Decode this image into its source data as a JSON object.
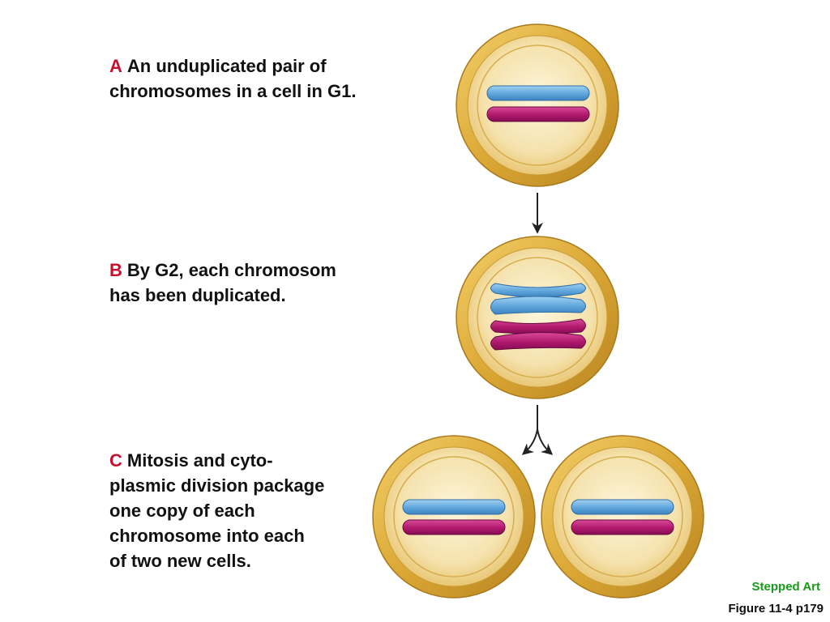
{
  "steps": [
    {
      "letter": "A",
      "lines": [
        "An unduplicated pair of",
        "chromosomes in a cell in G1."
      ]
    },
    {
      "letter": "B",
      "lines": [
        "By G2, each chromosom",
        "has been duplicated."
      ]
    },
    {
      "letter": "C",
      "lines": [
        "Mitosis and cyto-",
        "plasmic division package",
        "one copy of each",
        "chromosome into each",
        "of two new cells."
      ]
    }
  ],
  "footer": {
    "stepped_art": "Stepped Art",
    "figure_ref": "Figure 11-4 p179"
  },
  "colors": {
    "letter": "#c8102e",
    "cell_rim": "#d9a830",
    "cell_fill": "#f7e6b8",
    "chromosome_blue": "#6aaee0",
    "chromosome_magenta": "#b0186e",
    "stepped_art": "#1a9a1a"
  }
}
